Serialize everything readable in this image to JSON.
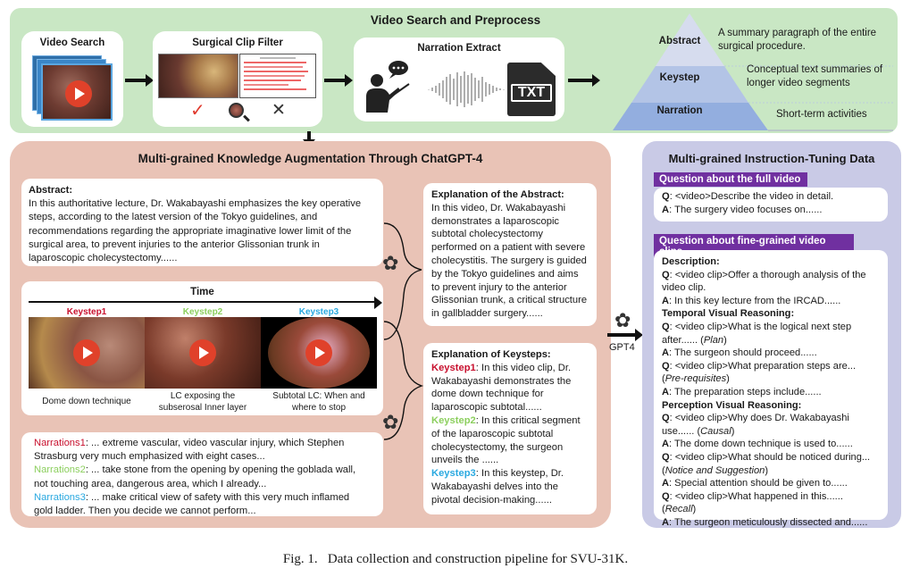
{
  "top": {
    "title": "Video Search and Preprocess",
    "video_search": {
      "title": "Video Search"
    },
    "clip_filter": {
      "title": "Surgical Clip Filter",
      "icons": [
        "checkmark-icon",
        "magnifier-icon",
        "cross-icon"
      ],
      "check": "✓",
      "cross": "✕"
    },
    "narration_extract": {
      "title": "Narration Extract",
      "file_label": "TXT"
    },
    "pyramid": [
      {
        "level": "Abstract",
        "desc": "A summary paragraph of the entire surgical procedure."
      },
      {
        "level": "Keystep",
        "desc": "Conceptual text summaries of longer video segments"
      },
      {
        "level": "Narration",
        "desc": "Short-term activities"
      }
    ]
  },
  "middle": {
    "title": "Multi-grained Knowledge Augmentation Through ChatGPT-4",
    "abstract": {
      "heading": "Abstract:",
      "text": "In this authoritative lecture, Dr. Wakabayashi emphasizes the key operative steps, according to the latest version of the Tokyo guidelines, and recommendations regarding the appropriate imaginative lower limit of the surgical area, to prevent injuries to the anterior Glissonian trunk in laparoscopic cholecystectomy......"
    },
    "timeline": {
      "label": "Time",
      "keysteps": [
        {
          "label": "Keystep1",
          "caption": "Dome down technique"
        },
        {
          "label": "Keystep2",
          "caption": "LC exposing the subserosal Inner layer"
        },
        {
          "label": "Keystep3",
          "caption": "Subtotal LC: When and where to stop"
        }
      ]
    },
    "narrations": [
      {
        "label": "Narrations1",
        "text": ": ... extreme vascular, video vascular injury, which Stephen Strasburg very much emphasized with eight cases..."
      },
      {
        "label": "Narrations2",
        "text": ": ... take stone from the opening by opening the goblada wall, not touching area, dangerous area, which I already..."
      },
      {
        "label": "Narrations3",
        "text": ": ... make critical view of safety with this very much inflamed gold ladder. Then you decide we cannot perform..."
      }
    ],
    "explanation_abstract": {
      "heading": "Explanation of the Abstract:",
      "text": "In this video, Dr. Wakabayashi demonstrates a laparoscopic subtotal cholecystectomy performed on a patient with severe cholecystitis. The surgery is guided by the Tokyo guidelines and aims to prevent injury to the anterior Glissonian trunk, a critical structure in gallbladder surgery......"
    },
    "explanation_keysteps": {
      "heading": "Explanation of Keysteps:",
      "items": [
        {
          "label": "Keystep1",
          "text": ": In this video clip, Dr. Wakabayashi demonstrates the dome down technique for laparoscopic subtotal......"
        },
        {
          "label": "Keystep2",
          "text": ": In this critical segment of the laparoscopic subtotal cholecystectomy, the surgeon unveils the ......"
        },
        {
          "label": "Keystep3",
          "text": ": In this keystep, Dr. Wakabayashi delves into the pivotal decision-making......"
        }
      ]
    },
    "gpt_label": "GPT4"
  },
  "right": {
    "title": "Multi-grained Instruction-Tuning Data",
    "full_video": {
      "header": "Question about the full video",
      "q": ": <video>Describe the video in detail.",
      "a": ": The surgery video focuses on......"
    },
    "clips": {
      "header": "Question about fine-grained video clips",
      "description": {
        "heading": "Description:",
        "q": ": <video clip>Offer a thorough analysis of the video clip.",
        "a": ": In this key lecture from the IRCAD......"
      },
      "temporal": {
        "heading": "Temporal Visual Reasoning:",
        "q1": ": <video clip>What is the logical next step after...... (",
        "q1_tag": "Plan",
        "a1": ": The surgeon should proceed......",
        "q2": ": <video clip>What preparation steps are... (",
        "q2_tag": "Pre-requisites",
        "a2": ": The preparation steps include......"
      },
      "perception": {
        "heading": "Perception Visual Reasoning:",
        "q1": ": <video clip>Why does Dr. Wakabayashi use...... (",
        "q1_tag": "Causal",
        "a1": ": The dome down technique is used to......",
        "q2": ": <video clip>What should be noticed during... (",
        "q2_tag": "Notice and Suggestion",
        "a2": ": Special attention should be given to......",
        "q3": ": <video clip>What happened in this...... (",
        "q3_tag": "Recall",
        "a3": ": The surgeon meticulously dissected and......"
      }
    },
    "q_letter": "Q",
    "a_letter": "A"
  },
  "caption": "Fig. 1.   Data collection and construction pipeline for SVU-31K.",
  "colors": {
    "green_panel": "#c9e7c4",
    "salmon_panel": "#e9c3b6",
    "purple_panel": "#c9cae6",
    "question_bar": "#7030a0",
    "keystep1": "#c8102e",
    "keystep2": "#8ccf5e",
    "keystep3": "#2aa9e0",
    "play": "#e0412a"
  }
}
